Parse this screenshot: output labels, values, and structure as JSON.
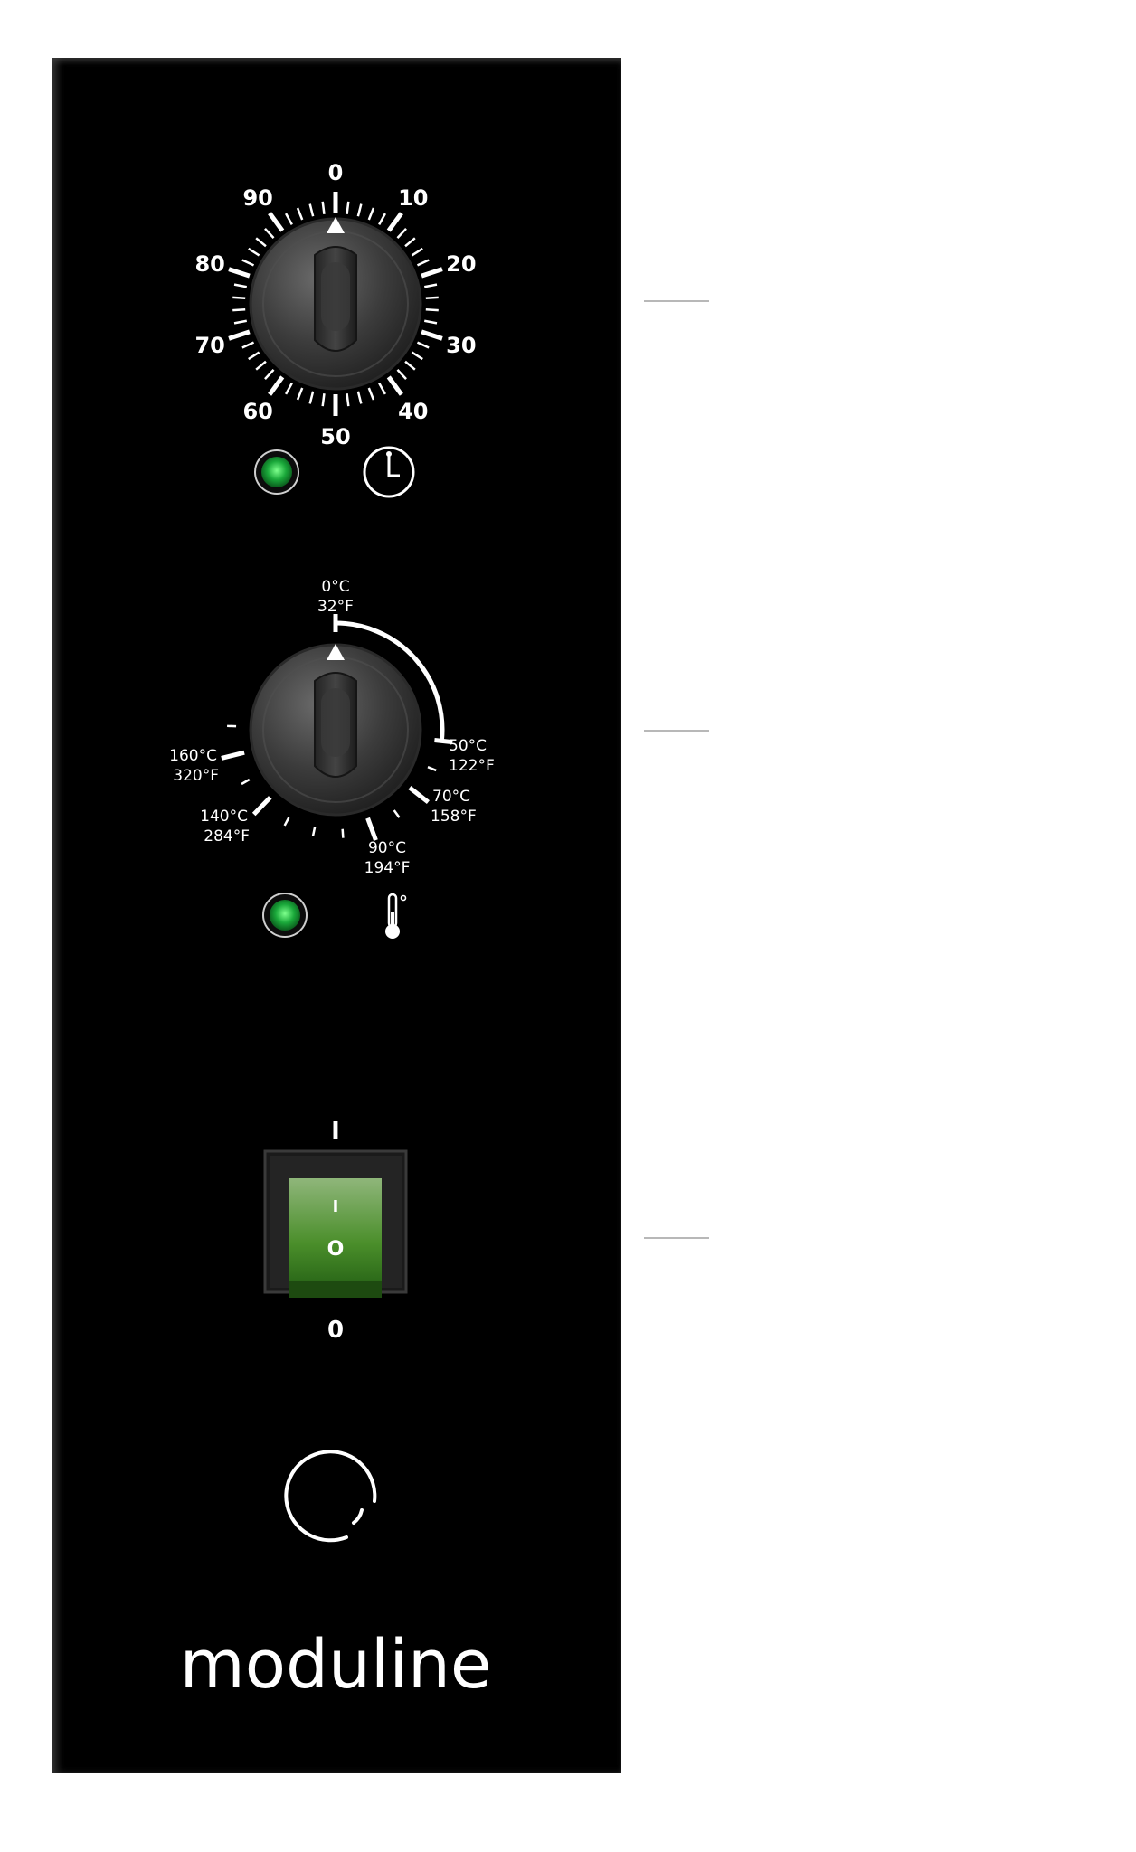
{
  "timer": {
    "labels": [
      "0",
      "10",
      "20",
      "30",
      "40",
      "50",
      "60",
      "70",
      "80",
      "90"
    ],
    "max_minutes": 90,
    "indicator_color": "#1aa83a",
    "icon": "clock-icon"
  },
  "thermostat": {
    "top_c": "0°C",
    "top_f": "32°F",
    "l50_c": "50°C",
    "l50_f": "122°F",
    "l70_c": "70°C",
    "l70_f": "158°F",
    "l90_c": "90°C",
    "l90_f": "194°F",
    "l140_c": "140°C",
    "l140_f": "284°F",
    "l160_c": "160°C",
    "l160_f": "320°F",
    "indicator_color": "#1aa83a",
    "icon": "thermometer-icon"
  },
  "power_switch": {
    "on_label": "I",
    "off_label": "0",
    "rocker_on": "I",
    "rocker_off": "O",
    "color": "#4a8e2a"
  },
  "brand": {
    "name": "moduline",
    "icon": "moduline-logo-icon"
  }
}
